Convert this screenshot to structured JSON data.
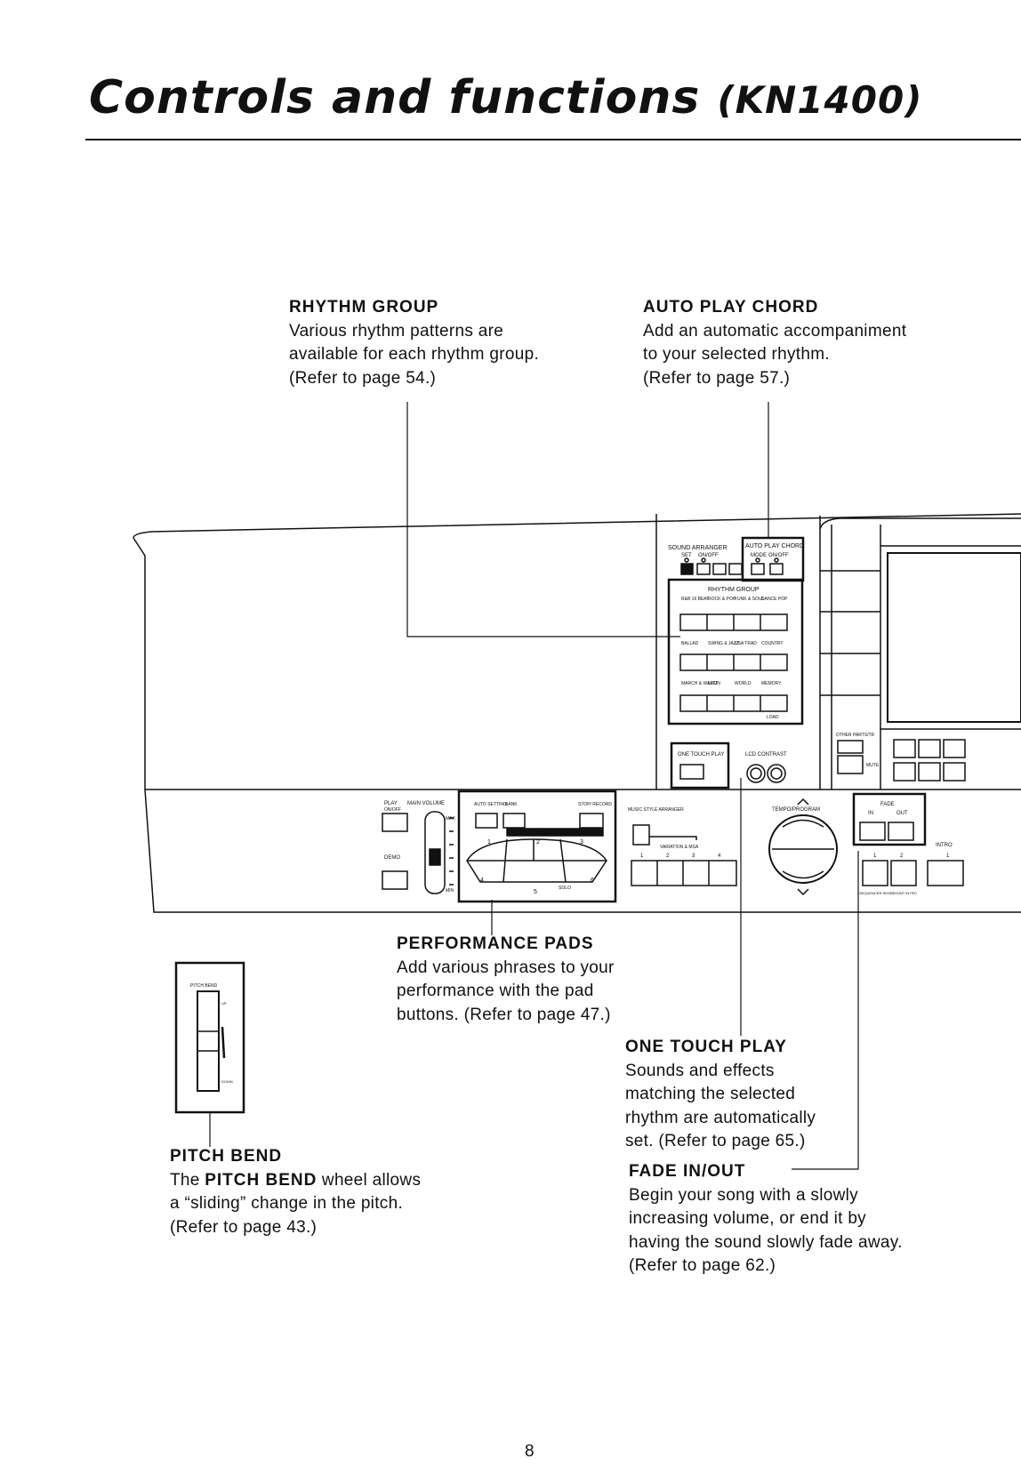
{
  "title": {
    "main": "Controls and functions",
    "model": "(KN1400)"
  },
  "callouts": {
    "rhythm_group": {
      "heading": "RHYTHM GROUP",
      "body": "Various rhythm patterns are\navailable for each rhythm group.\n(Refer to page 54.)"
    },
    "auto_play_chord": {
      "heading": "AUTO PLAY CHORD",
      "body": "Add an automatic accompaniment\nto your selected rhythm.\n(Refer to page 57.)"
    },
    "performance_pads": {
      "heading": "PERFORMANCE PADS",
      "body": "Add various phrases to your\nperformance with the pad\nbuttons. (Refer to page 47.)"
    },
    "one_touch_play": {
      "heading": "ONE TOUCH PLAY",
      "body": "Sounds and effects\nmatching the selected\nrhythm are automatically\nset. (Refer to page 65.)"
    },
    "fade_in_out": {
      "heading": "FADE IN/OUT",
      "body": "Begin your song with a slowly\nincreasing volume, or end it by\nhaving the sound slowly fade away.\n(Refer to page 62.)"
    },
    "pitch_bend": {
      "heading": "PITCH BEND",
      "body_pre": "The ",
      "body_bold": "PITCH BEND",
      "body_post": " wheel allows\na “sliding” change in the pitch.\n(Refer to page 43.)"
    }
  },
  "panel_labels": {
    "sound_arranger": "SOUND ARRANGER",
    "sound_arranger_set": "SET",
    "sound_arranger_onoff": "ON/OFF",
    "auto_play_chord": "AUTO PLAY CHORD",
    "apc_mode": "MODE",
    "apc_onoff": "ON/OFF",
    "rhythm_group": "RHYTHM GROUP",
    "rhythm_row1": [
      "R&B 16 BEAT",
      "ROCK & POP",
      "FUNK & SOUL",
      "DANCE POP"
    ],
    "rhythm_row2": [
      "BALLAD",
      "SWING & JAZZ",
      "USA TRAD",
      "COUNTRY"
    ],
    "rhythm_row3": [
      "MARCH & WALTZ",
      "LATIN",
      "WORLD",
      "MEMORY"
    ],
    "load": "LOAD",
    "one_touch_play": "ONE TOUCH PLAY",
    "lcd_contrast": "LCD CONTRAST",
    "other_parts": "OTHER PARTS/TR",
    "mute": "MUTE",
    "play": "PLAY",
    "on_off": "ON/OFF",
    "main_volume": "MAIN VOLUME",
    "max": "MAX",
    "min": "MIN",
    "demo": "DEMO",
    "auto_setting": "AUTO SETTING",
    "bank": "BANK",
    "stop_record": "STOP/ RECORD",
    "performance_pads": "PERFORMANCE PADS",
    "solo": "SOLO",
    "music_style_arranger": "MUSIC STYLE ARRANGER",
    "variation_msa": "VARIATION & MSA",
    "variation_nums": [
      "1",
      "2",
      "3",
      "4"
    ],
    "tempo_program": "TEMPO/PROGRAM",
    "fade": "FADE",
    "fade_in": "IN",
    "fade_out": "OUT",
    "fill_nums": [
      "1",
      "2"
    ],
    "intro": "INTRO",
    "intro_num": "1",
    "sequencer_reset": "SEQUENCER RESET",
    "count_intro": "COUNT INTRO",
    "pitch_bend": "PITCH BEND",
    "up": "UP",
    "down": "DOWN",
    "pad_nums": [
      "1",
      "2",
      "3",
      "4",
      "5",
      "6"
    ]
  },
  "page_number": "8"
}
